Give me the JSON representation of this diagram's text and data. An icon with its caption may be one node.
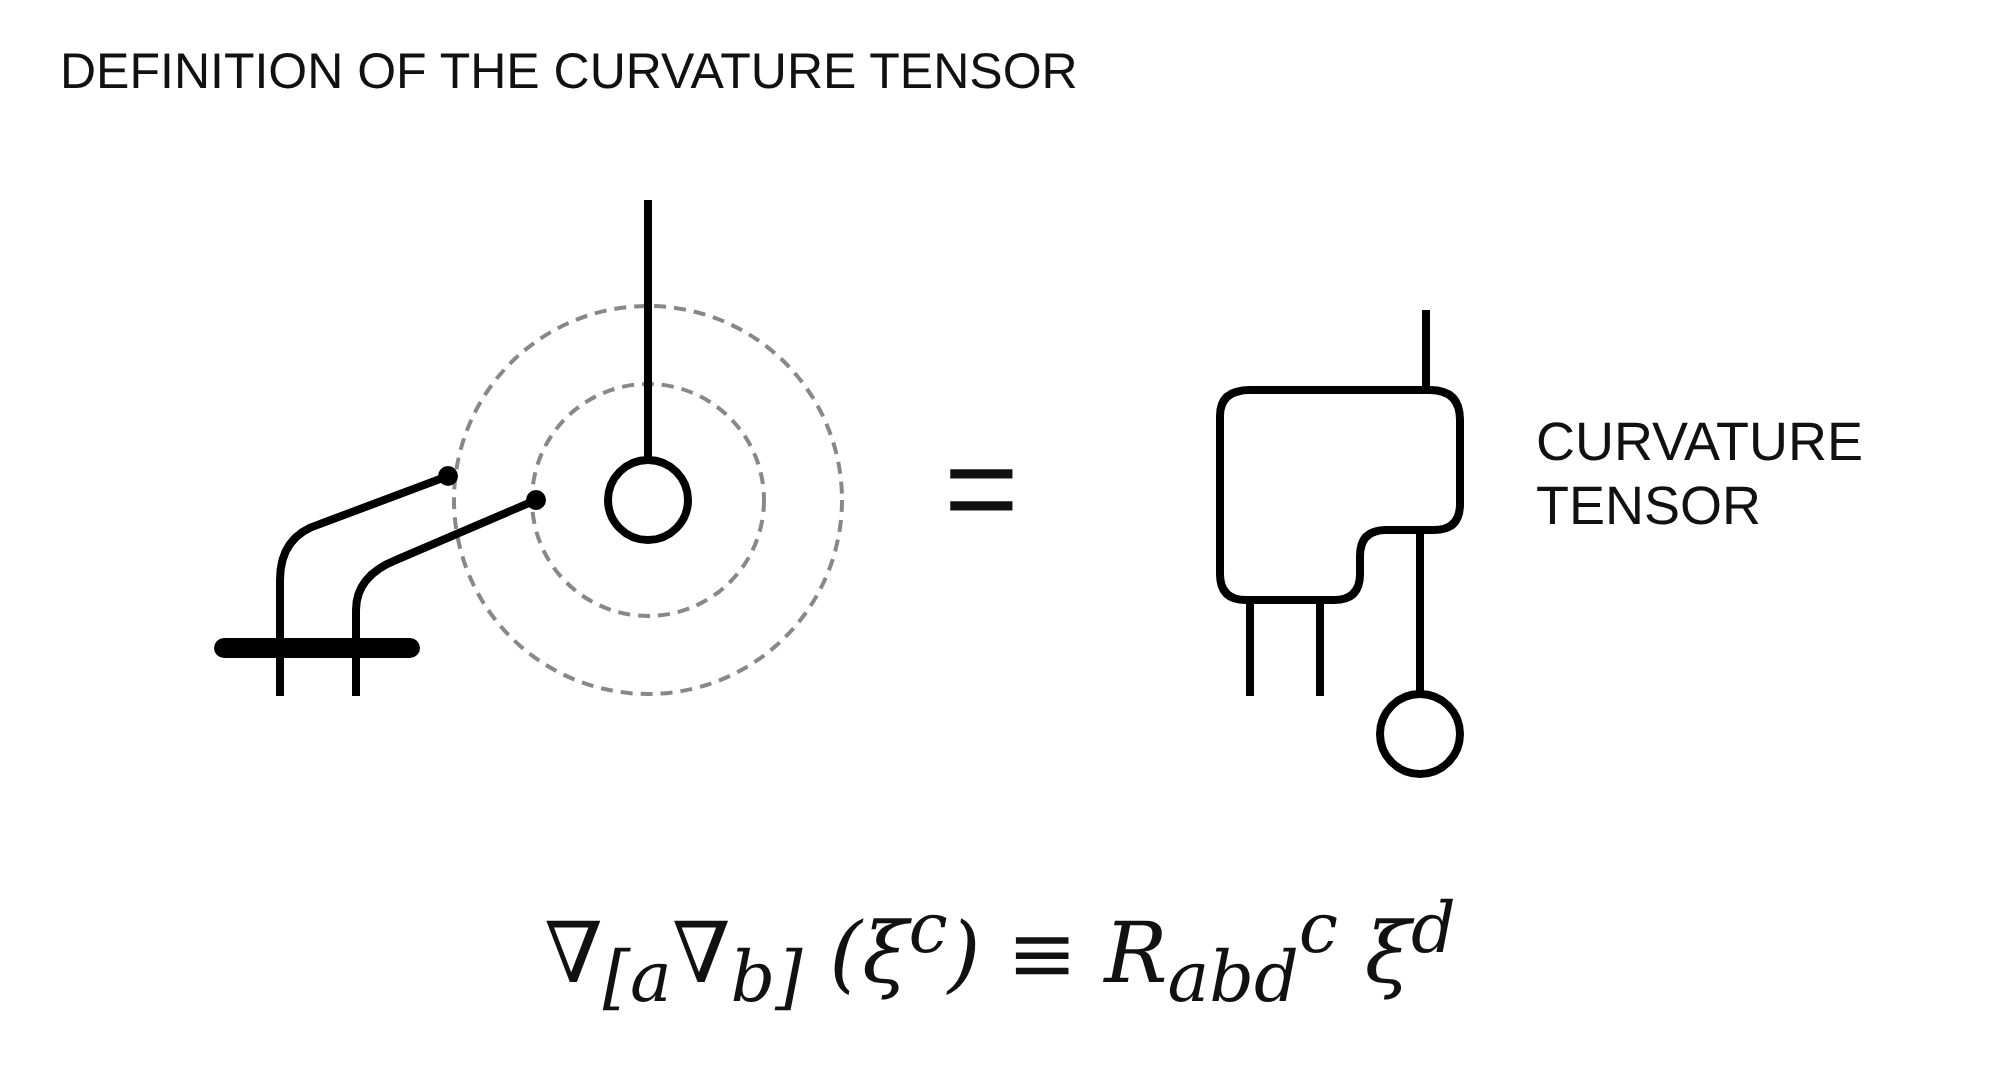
{
  "diagram": {
    "title": "DEFINITION OF THE CURVATURE TENSOR",
    "labels": [
      "=",
      "CURVATURE TENSOR",
      "∇$_{[a}$∇$_{b]}$ (ξ$^{c}$) ≡ R$_{abd}$$^{c}$ ξ$^{d}$"
    ]
  }
}
